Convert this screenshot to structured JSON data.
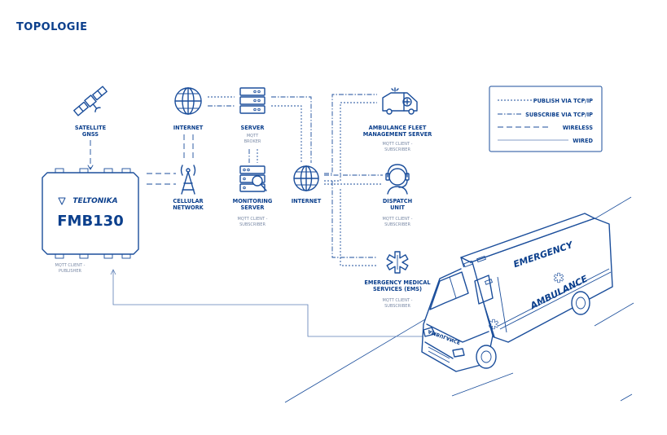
{
  "page": {
    "title": "TOPOLOGIE"
  },
  "nodes": {
    "satellite": {
      "line1": "SATELLITE",
      "line2": "GNSS"
    },
    "internet_top": {
      "line1": "INTERNET"
    },
    "server": {
      "line1": "SERVER",
      "sub1": "MQTT",
      "sub2": "BROKER"
    },
    "cellular": {
      "line1": "CELLULAR",
      "line2": "NETWORK"
    },
    "monitoring": {
      "line1": "MONITORING",
      "line2": "SERVER",
      "sub1": "MQTT CLIENT -",
      "sub2": "SUBSCRIBER"
    },
    "internet_mid": {
      "line1": "INTERNET"
    },
    "ambulance_fleet": {
      "line1": "AMBULANCE FLEET",
      "line2": "MANAGEMENT SERVER",
      "sub1": "MQTT CLIENT -",
      "sub2": "SUBSCRIBER"
    },
    "dispatch": {
      "line1": "DISPATCH",
      "line2": "UNIT",
      "sub1": "MQTT CLIENT -",
      "sub2": "SUBSCRIBER"
    },
    "ems": {
      "line1": "EMERGENCY MEDICAL",
      "line2": "SERVICES (EMS)",
      "sub1": "MQTT CLIENT -",
      "sub2": "SUBSCRIBER"
    },
    "device": {
      "brand": "TELTONIKA",
      "model": "FMB130",
      "sub1": "MQTT CLIENT -",
      "sub2": "PUBLISHER"
    }
  },
  "legend": {
    "publish": "PUBLISH VIA TCP/IP",
    "subscribe": "SUBSCRIBE VIA TCP/IP",
    "wireless": "WIRELESS",
    "wired": "WIRED"
  },
  "vehicle": {
    "side_text_1": "EMERGENCY",
    "side_text_2": "AMBULANCE",
    "front_text": "AMBULANCE"
  },
  "colors": {
    "primary": "#0b3f8c",
    "line": "#1b4e9b",
    "subtext": "#7a8aa6"
  }
}
